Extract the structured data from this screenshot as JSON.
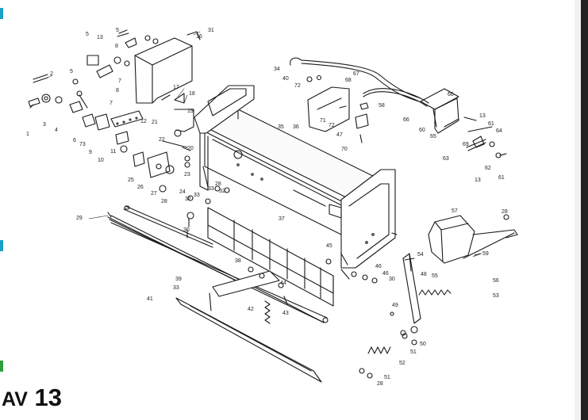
{
  "page": {
    "label_prefix": "AV",
    "label_number": "13",
    "side_marks": [
      {
        "color": "#1aa1c8"
      },
      {
        "color": "#1aa1c8"
      },
      {
        "color": "#2e9d3a"
      }
    ]
  },
  "callouts": [
    "1",
    "2",
    "3",
    "4",
    "5",
    "13",
    "5",
    "8",
    "7",
    "8",
    "7",
    "5",
    "6",
    "73",
    "9",
    "10",
    "11",
    "12",
    "16",
    "31",
    "17",
    "18",
    "19",
    "20",
    "21",
    "22",
    "23",
    "24",
    "25",
    "26",
    "27",
    "28",
    "29",
    "30",
    "32",
    "33",
    "28",
    "33",
    "32",
    "34",
    "40",
    "67",
    "68",
    "72",
    "58",
    "35",
    "36",
    "66",
    "66",
    "71",
    "72",
    "47",
    "70",
    "60",
    "65",
    "13",
    "61",
    "64",
    "69",
    "63",
    "62",
    "61",
    "13",
    "37",
    "38",
    "44",
    "39",
    "33",
    "41",
    "42",
    "43",
    "45",
    "46",
    "46",
    "30",
    "57",
    "28",
    "54",
    "59",
    "48",
    "55",
    "56",
    "53",
    "49",
    "50",
    "51",
    "52",
    "51",
    "28"
  ]
}
